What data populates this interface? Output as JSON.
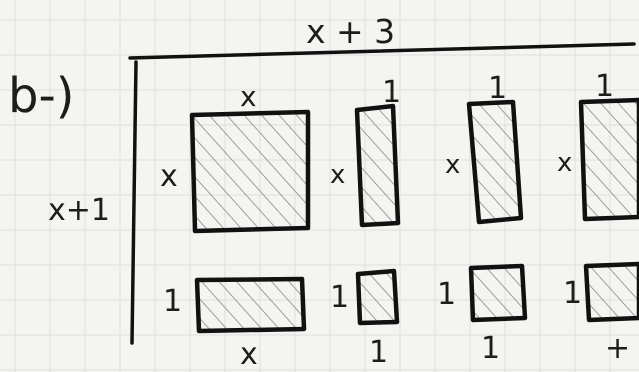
{
  "part_label": "b-)",
  "top_label": "x + 3",
  "left_label": "x+1",
  "tiles": [
    {
      "id": "x2",
      "top": "x",
      "side": "x"
    },
    {
      "id": "x-1",
      "top": "1",
      "side": "x"
    },
    {
      "id": "x-2",
      "top": "1",
      "side": "x"
    },
    {
      "id": "x-3",
      "top": "1",
      "side": "x"
    },
    {
      "id": "xbar",
      "side": "1",
      "bottom": "x"
    },
    {
      "id": "unit-1",
      "side": "1",
      "bottom": "1"
    },
    {
      "id": "unit-2",
      "side": "1",
      "bottom": "1"
    },
    {
      "id": "unit-3",
      "side": "1",
      "bottom": "+"
    }
  ]
}
